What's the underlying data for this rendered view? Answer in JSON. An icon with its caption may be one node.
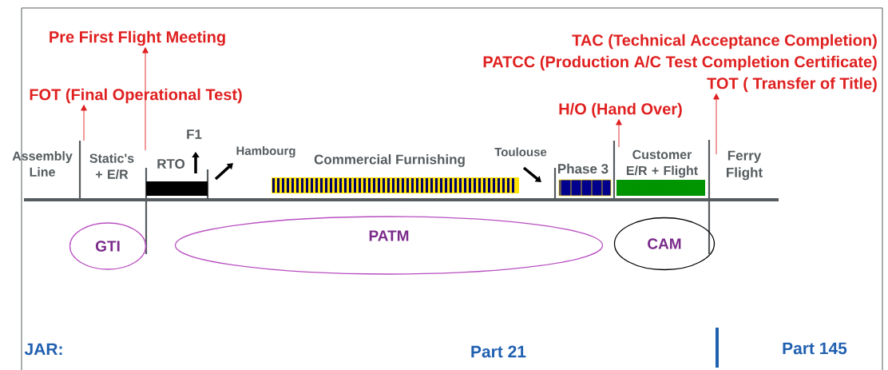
{
  "diagram": {
    "nodes": [
      {
        "text": [
          "Pre First Flight Meeting"
        ]
      },
      {
        "text": [
          "TAC (Technical  Acceptance Completion)"
        ]
      },
      {
        "text": [
          "PATCC (Production A/C Test Completion Certificate)"
        ]
      },
      {
        "text": [
          "TOT ( Transfer of Title)"
        ]
      },
      {
        "text": [
          "FOT (Final Operational Test)"
        ]
      },
      {
        "text": [
          "H/O (Hand Over)"
        ]
      },
      {
        "text": [
          "GTI"
        ]
      },
      {
        "text": [
          "PATM"
        ]
      },
      {
        "text": [
          "CAM"
        ]
      }
    ],
    "edges": [
      {
        "from": null,
        "to": 4,
        "arrow": "to"
      },
      {
        "from": null,
        "to": 0,
        "arrow": "to"
      },
      {
        "from": null,
        "to": 5,
        "arrow": "to"
      },
      {
        "from": null,
        "to": 3,
        "arrow": "to"
      }
    ],
    "labels": [
      "Assembly Line",
      "Static's + E/R",
      "RTO",
      "F1",
      "Hambourg",
      "Commercial Furnishing",
      "Toulouse",
      "Phase 3",
      "Customer E/R + Flight",
      "Ferry Flight",
      "JAR:",
      "Part 21",
      "Part 145"
    ]
  }
}
